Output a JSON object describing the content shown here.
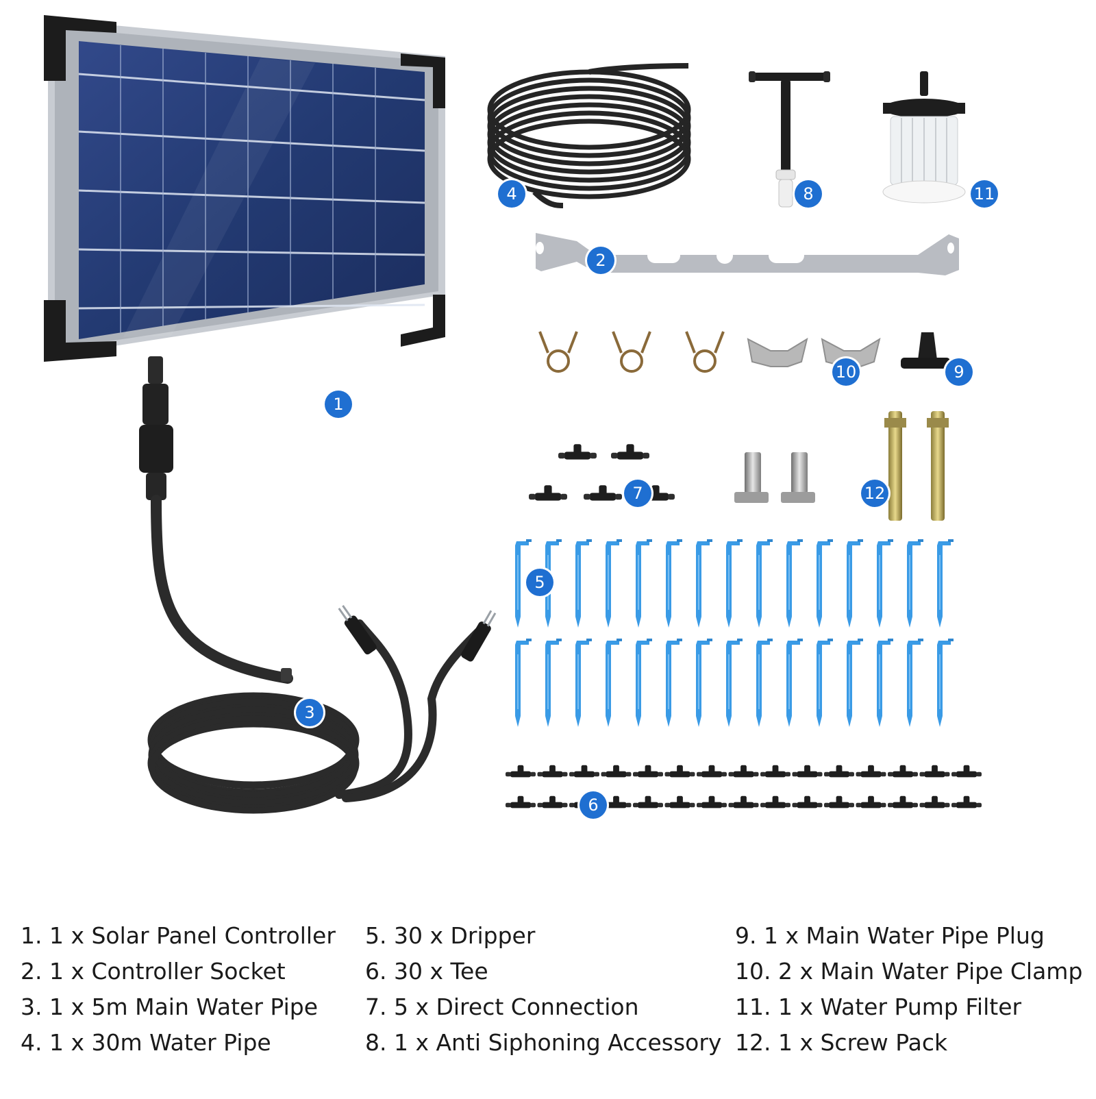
{
  "colors": {
    "badge": "#1f6fd1",
    "panel_blue": "#253b73",
    "frame": "#c8ccd2",
    "dripper_blue": "#3a9be6",
    "bracket_gray": "#b9bcc2",
    "pipe_black": "#2b2b2b"
  },
  "badges": [
    "1",
    "2",
    "3",
    "4",
    "5",
    "6",
    "7",
    "8",
    "9",
    "10",
    "11",
    "12"
  ],
  "legend": {
    "col1": [
      "1. 1 x Solar Panel Controller",
      "2. 1 x Controller Socket",
      "3. 1 x 5m Main Water Pipe",
      "4. 1 x 30m Water Pipe"
    ],
    "col2": [
      "5. 30 x Dripper",
      "6. 30 x Tee",
      "7. 5 x Direct Connection",
      "8. 1 x Anti Siphoning Accessory"
    ],
    "col3": [
      "9. 1 x Main Water Pipe Plug",
      "10. 2 x Main Water Pipe Clamp",
      "11. 1 x Water Pump Filter",
      "12. 1 x Screw Pack"
    ]
  },
  "icons": [
    "solar-panel-icon",
    "controller-cable-icon",
    "coiled-pipe-icon",
    "anti-siphon-icon",
    "filter-icon",
    "bracket-icon",
    "clamp-icon",
    "wing-nut-icon",
    "plug-icon",
    "tee-icon",
    "bolt-icon",
    "anchor-bolt-icon",
    "dripper-icon"
  ]
}
